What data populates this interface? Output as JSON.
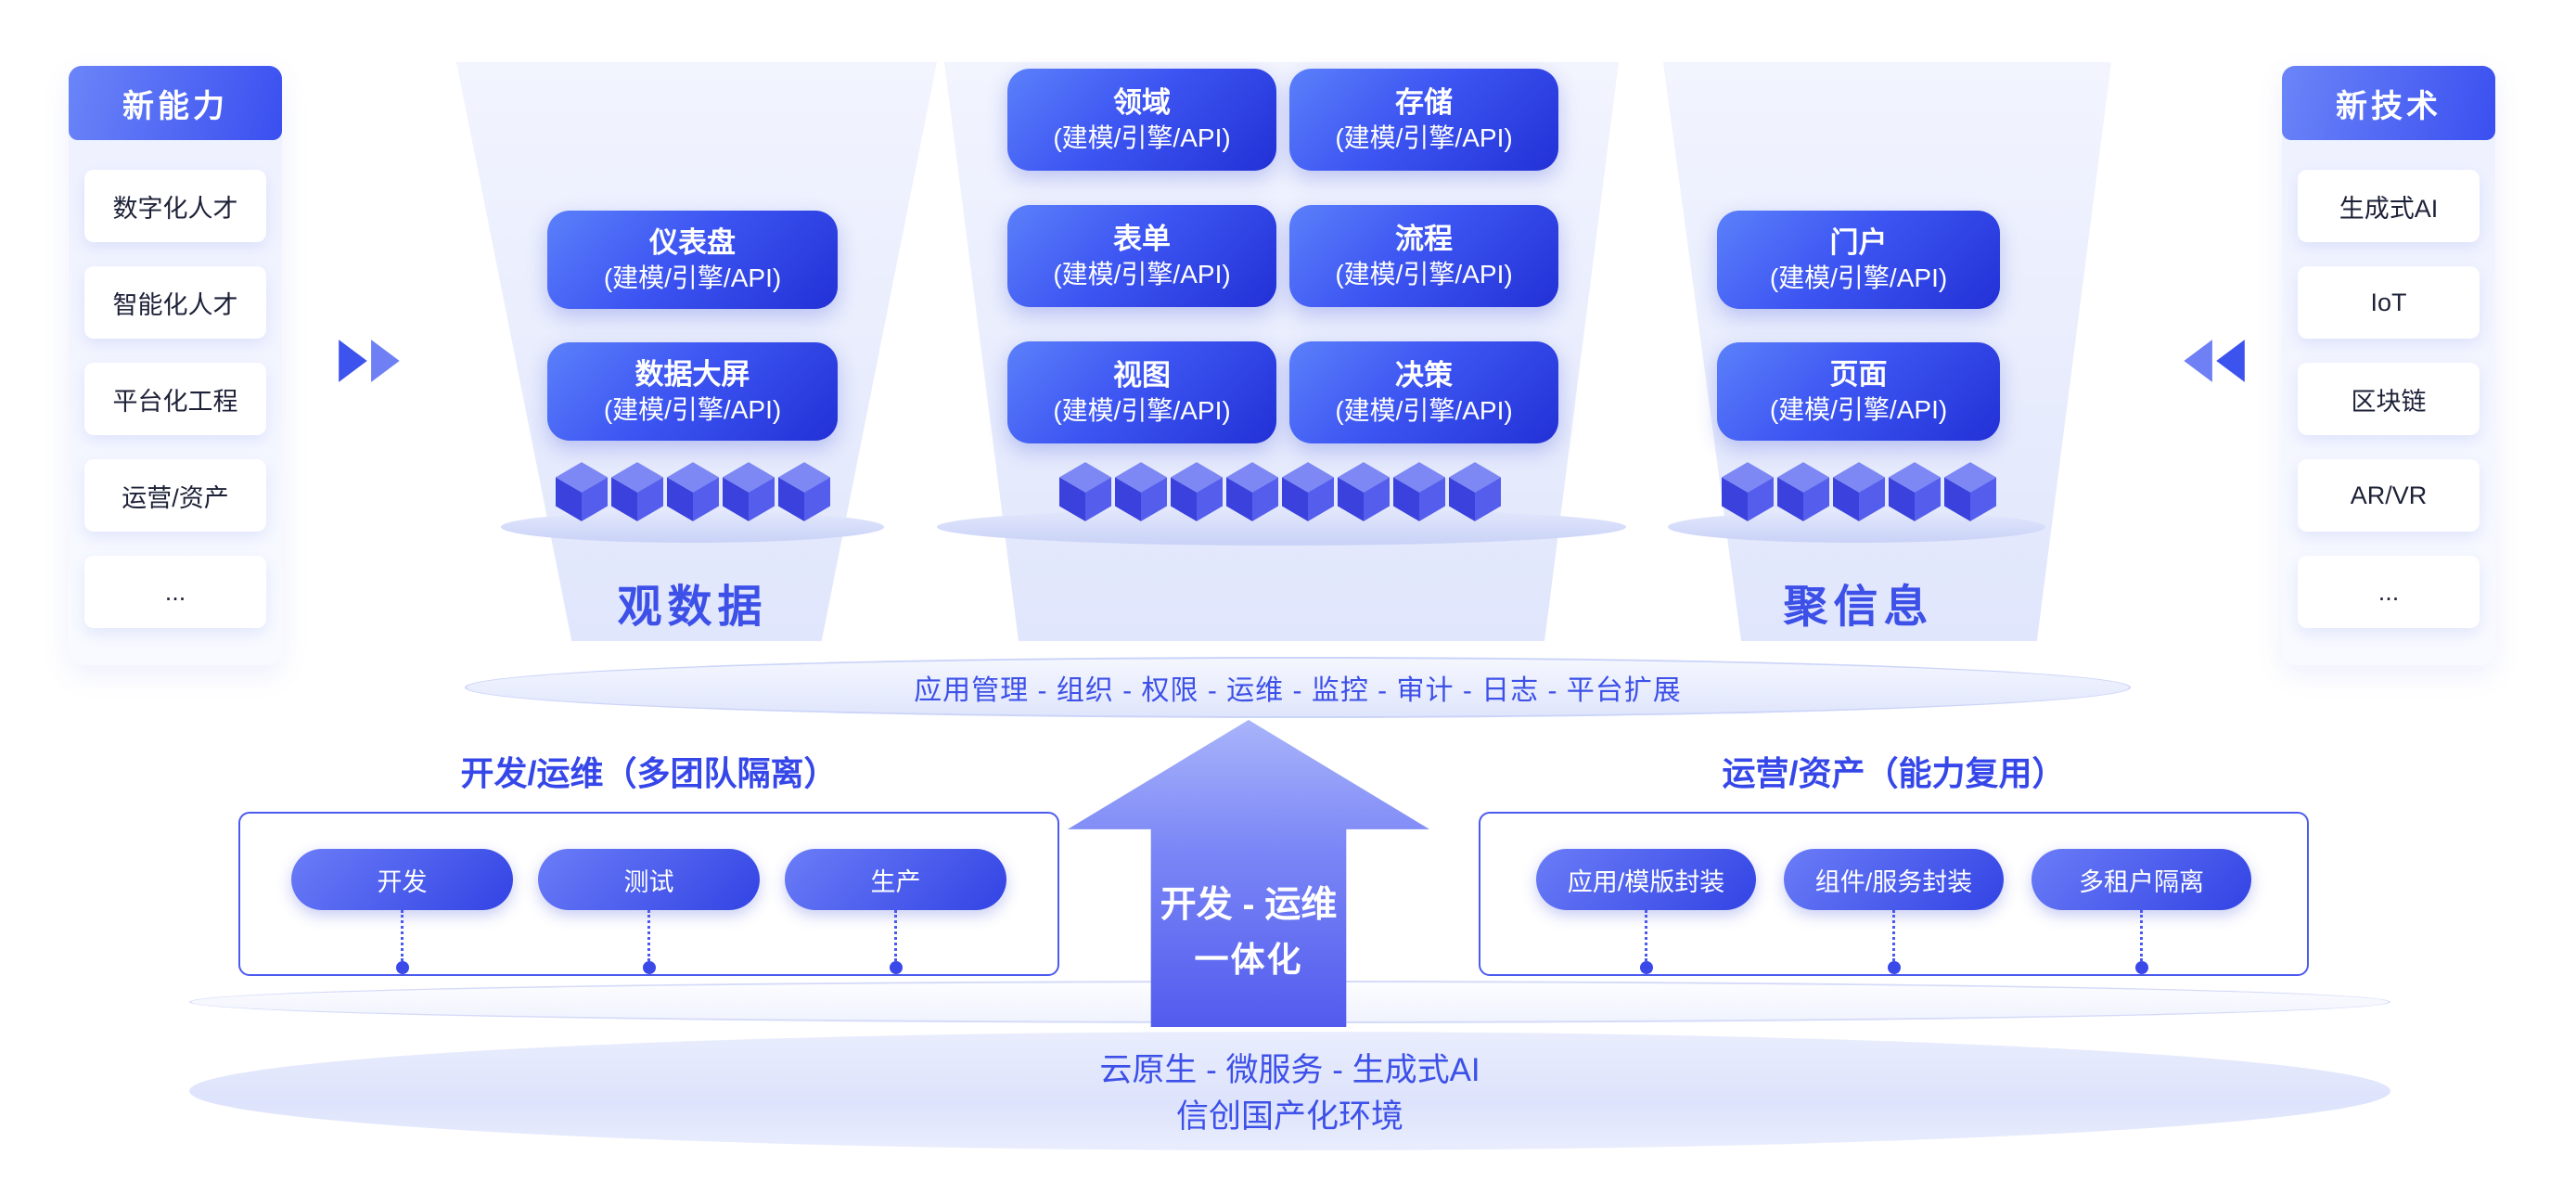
{
  "colors": {
    "accent_text": "#3D50E8",
    "block_gradient_start": "#5B80FA",
    "block_gradient_end": "#2231D6",
    "funnel_fill": "#E7EBFC",
    "pill_gradient_start": "#6B7DF7",
    "pill_gradient_end": "#3243E4"
  },
  "left_panel": {
    "title": "新能力",
    "items": [
      "数字化人才",
      "智能化人才",
      "平台化工程",
      "运营/资产",
      "..."
    ]
  },
  "right_panel": {
    "title": "新技术",
    "items": [
      "生成式AI",
      "IoT",
      "区块链",
      "AR/VR",
      "..."
    ]
  },
  "funnel_left": {
    "label": "观数据",
    "cubes": 5,
    "blocks": [
      {
        "name": "仪表盘",
        "sub": "(建模/引擎/API)"
      },
      {
        "name": "数据大屏",
        "sub": "(建模/引擎/API)"
      }
    ]
  },
  "funnel_center": {
    "cubes": 8,
    "blocks": [
      {
        "name": "领域",
        "sub": "(建模/引擎/API)"
      },
      {
        "name": "存储",
        "sub": "(建模/引擎/API)"
      },
      {
        "name": "表单",
        "sub": "(建模/引擎/API)"
      },
      {
        "name": "流程",
        "sub": "(建模/引擎/API)"
      },
      {
        "name": "视图",
        "sub": "(建模/引擎/API)"
      },
      {
        "name": "决策",
        "sub": "(建模/引擎/API)"
      }
    ]
  },
  "funnel_right": {
    "label": "聚信息",
    "cubes": 5,
    "blocks": [
      {
        "name": "门户",
        "sub": "(建模/引擎/API)"
      },
      {
        "name": "页面",
        "sub": "(建模/引擎/API)"
      }
    ]
  },
  "platform_bar": {
    "text": "应用管理 - 组织 - 权限 - 运维 - 监控 - 审计 - 日志 - 平台扩展"
  },
  "devops_group": {
    "title": "开发/运维（多团队隔离）",
    "pills": [
      "开发",
      "测试",
      "生产"
    ]
  },
  "assets_group": {
    "title": "运营/资产（能力复用）",
    "pills": [
      "应用/模版封装",
      "组件/服务封装",
      "多租户隔离"
    ]
  },
  "center_arrow": {
    "line1": "开发 - 运维",
    "line2": "一体化"
  },
  "foundation": {
    "line1": "云原生 - 微服务 - 生成式AI",
    "line2": "信创国产化环境"
  }
}
